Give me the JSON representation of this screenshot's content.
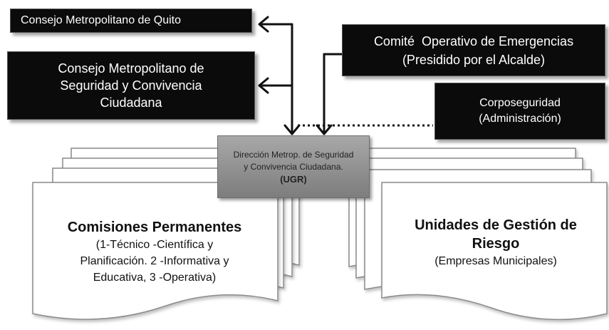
{
  "boxes": {
    "concejo_quito": "Consejo Metropolitano de Quito",
    "concejo_seguridad": [
      "Consejo Metropolitano de",
      "Seguridad y Convivencia",
      "Ciudadana"
    ],
    "comite_emergencias": [
      "Comité  Operativo de Emergencias",
      "(Presidido por el Alcalde)"
    ],
    "corposeguridad": [
      "Corposeguridad",
      "(Administración)"
    ]
  },
  "center": {
    "line1": "Dirección Metrop. de Seguridad",
    "line2": "y Convivencia Ciudadana.",
    "line3": "(UGR)"
  },
  "left_doc": {
    "title": "Comisiones Permanentes",
    "lines": [
      "(1-Técnico -Científica y",
      "Planificación. 2 -Informativa y",
      "Educativa, 3 -Operativa)"
    ]
  },
  "right_doc": {
    "title_lines": [
      "Unidades de Gestión de",
      "Riesgo"
    ],
    "subtitle": "(Empresas Municipales)"
  },
  "colors": {
    "box_fill": "#0b0b0b",
    "box_text": "#ffffff",
    "center_fill": "#9a9a9a",
    "doc_stroke": "#8a8a8a",
    "arrow": "#111111"
  }
}
